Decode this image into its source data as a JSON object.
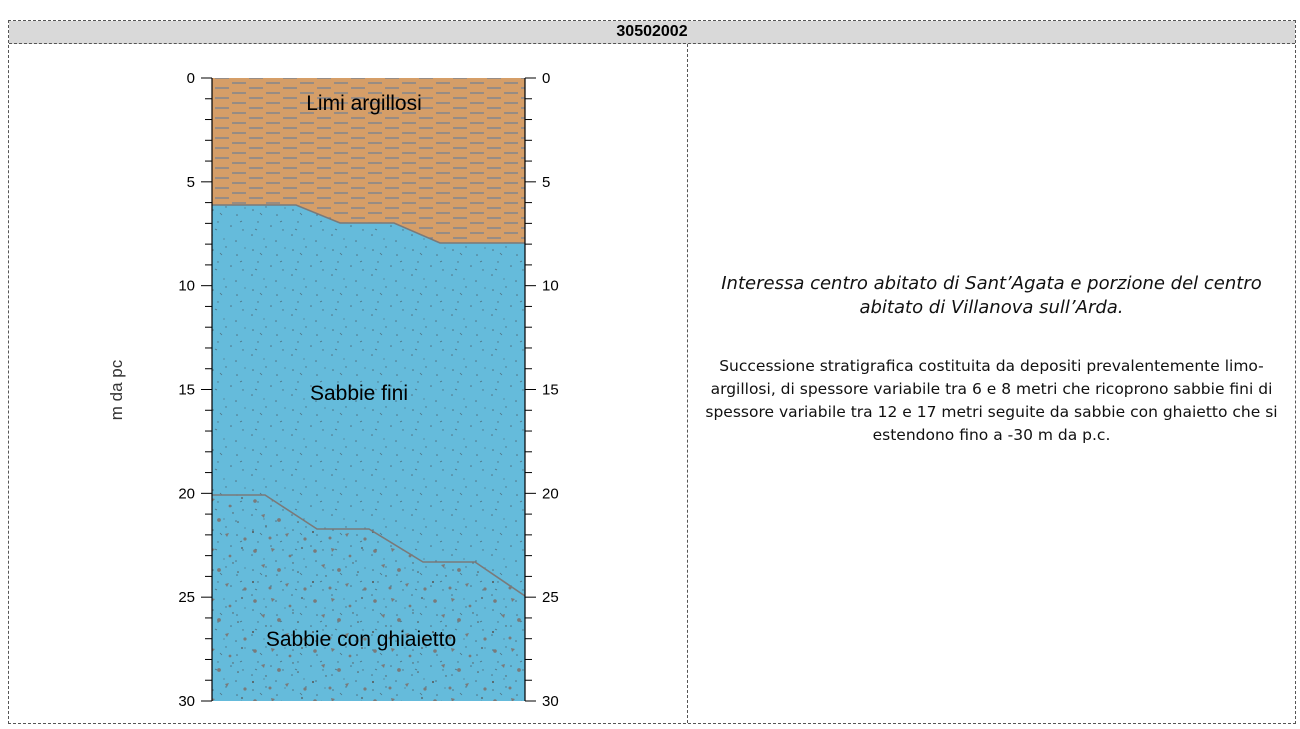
{
  "header": {
    "title": "30502002"
  },
  "column": {
    "y_axis_label": "m da pc",
    "depth_ticks": [
      "0",
      "5",
      "10",
      "15",
      "20",
      "25",
      "30"
    ],
    "depth_range_m": [
      0,
      30
    ],
    "layers": [
      {
        "name": "Limi argillosi",
        "color": "#d59e68",
        "pattern": "dashes"
      },
      {
        "name": "Sabbie fini",
        "color": "#65bbdb",
        "pattern": "fine-dots"
      },
      {
        "name": "Sabbie con ghiaietto",
        "color": "#65bbdb",
        "pattern": "gravel"
      }
    ]
  },
  "description": {
    "italic": "Interessa centro abitato di Sant’Agata e porzione del centro abitato di Villanova sull’Arda.",
    "body": "Successione stratigrafica costituita da depositi prevalentemente limo-argillosi, di spessore variabile tra 6 e 8 metri che ricoprono sabbie fini di spessore variabile tra 12 e 17 metri seguite da sabbie con ghaietto che si estendono fino a -30 m da p.c."
  }
}
